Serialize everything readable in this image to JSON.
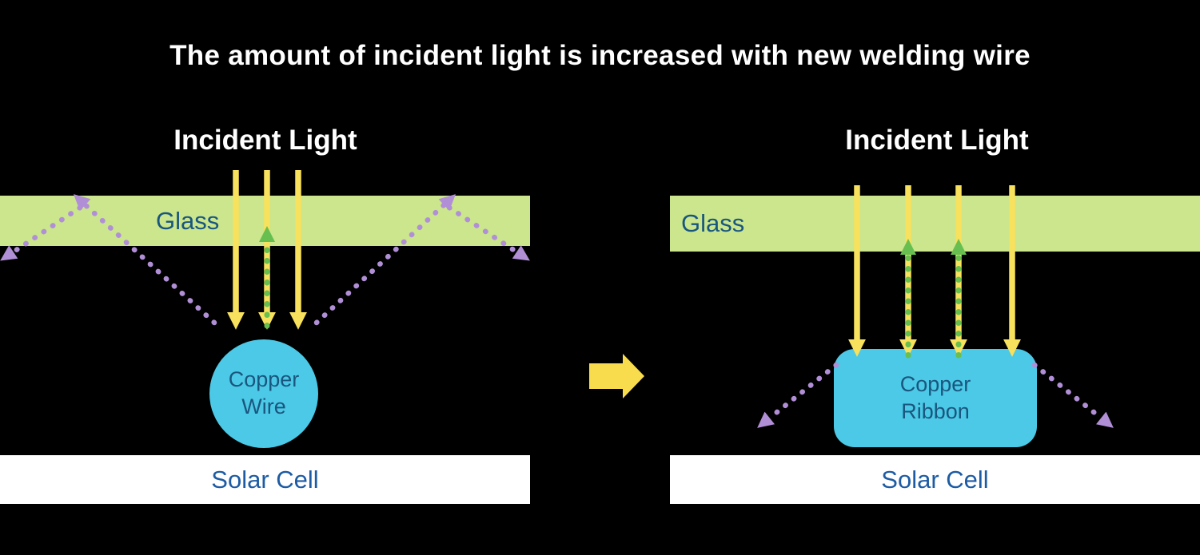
{
  "title": "The amount of incident light is increased with new welding wire",
  "left_panel": {
    "incident_light_label": "Incident Light",
    "glass_label": "Glass",
    "conductor_label": "Copper Wire",
    "solar_cell_label": "Solar Cell"
  },
  "right_panel": {
    "incident_light_label": "Incident Light",
    "glass_label": "Glass",
    "conductor_label": "Copper Ribbon",
    "solar_cell_label": "Solar Cell"
  },
  "colors": {
    "background": "#000000",
    "title_text": "#ffffff",
    "glass_fill": "#cbe68d",
    "incident_arrow_yellow": "#f7e15d",
    "reflected_arrow_green": "#67bf4f",
    "scattered_arrow_purple": "#b18fd6",
    "conductor_fill": "#4cc9e6",
    "label_blue": "#19567f",
    "solar_cell_text_blue": "#1d5ba3",
    "solar_cell_fill": "#ffffff",
    "transition_arrow_yellow": "#f8dc4e"
  }
}
